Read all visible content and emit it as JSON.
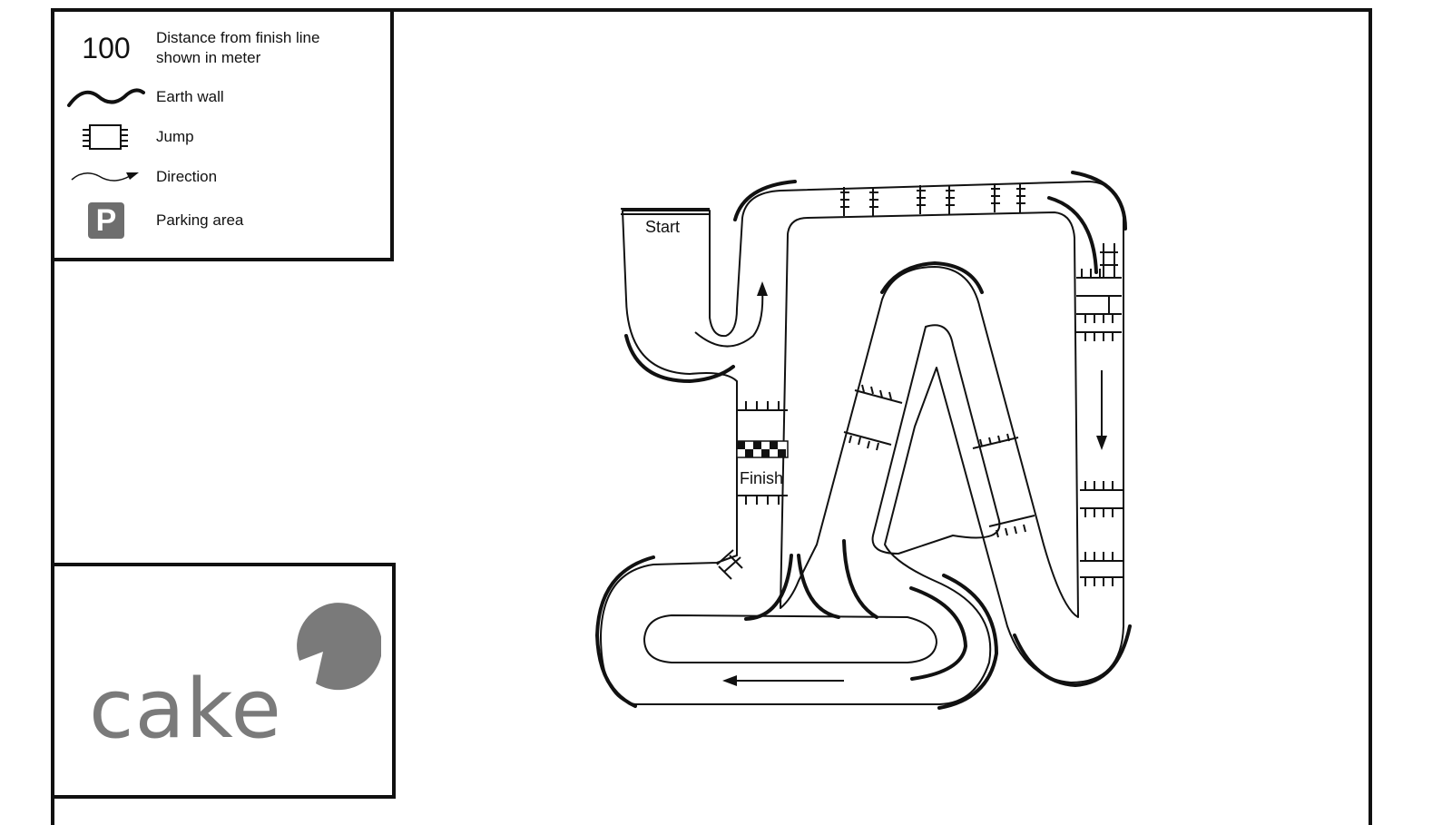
{
  "legend": {
    "distance_number": "100",
    "distance_text_line1": "Distance from finish line",
    "distance_text_line2": "shown in meter",
    "earth_wall": "Earth wall",
    "jump": "Jump",
    "direction": "Direction",
    "parking_symbol": "P",
    "parking_area": "Parking area"
  },
  "track": {
    "start_label": "Start",
    "finish_label": "Finish"
  },
  "logo": {
    "wordmark": "cake",
    "color": "#7a7a7a"
  },
  "icons": {
    "earth_wall": "wavy-line-icon",
    "jump": "jump-icon",
    "direction": "direction-arrow-icon",
    "parking": "parking-icon"
  }
}
